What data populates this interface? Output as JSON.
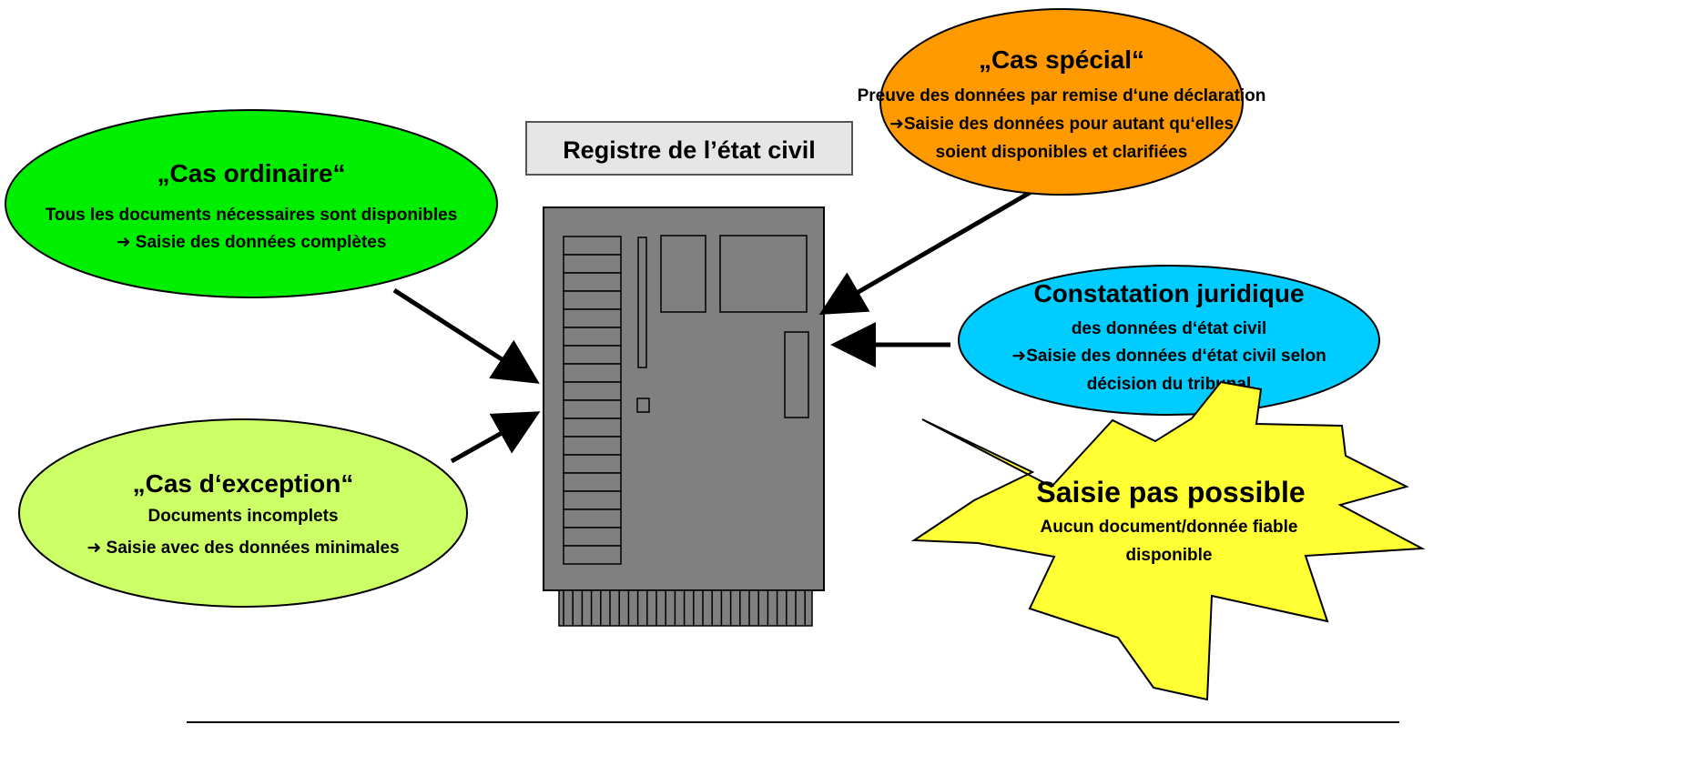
{
  "register": {
    "title": "Registre de l’état civil"
  },
  "cases": {
    "ordinaire": {
      "title": "„Cas ordinaire“",
      "line1": "Tous les documents nécessaires sont disponibles",
      "line2": "➜ Saisie des données complètes",
      "color": "#00ee00"
    },
    "exception": {
      "title": "„Cas d‘exception“",
      "line1": "Documents incomplets",
      "line2": "➜ Saisie avec des données minimales",
      "color": "#ccff66"
    },
    "special": {
      "title": "„Cas spécial“",
      "line1": "Preuve des données par remise d‘une déclaration",
      "line2": "➜Saisie des données pour autant qu‘elles",
      "line3": "soient disponibles et clarifiées",
      "color": "#ff9900"
    },
    "juridique": {
      "title": "Constatation juridique",
      "line1": "des données d‘état civil",
      "line2": "➜Saisie des données d‘état civil selon",
      "line3": "décision du tribunal",
      "color": "#00ccff"
    },
    "impossible": {
      "title": "Saisie pas possible",
      "line1": "Aucun document/donnée fiable",
      "line2": "disponible",
      "color": "#ffff33"
    }
  }
}
